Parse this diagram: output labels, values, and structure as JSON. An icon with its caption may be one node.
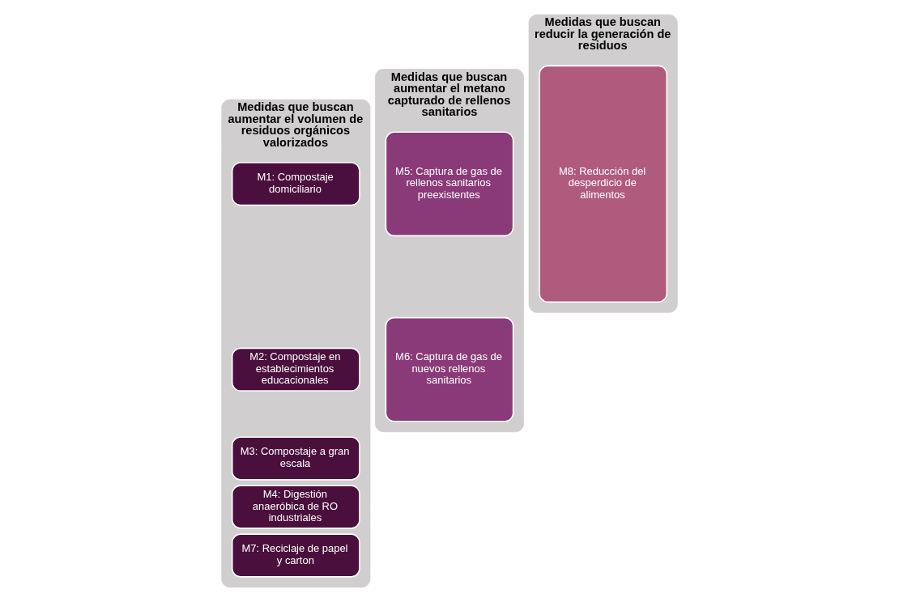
{
  "diagram": {
    "nodes": [
      {
        "text": [
          "Medidas que buscan aumentar el volumen de residuos orgánicos valorizados"
        ]
      },
      {
        "text": [
          "M1: Compostaje domiciliario"
        ],
        "in": 0
      },
      {
        "text": [
          "M2: Compostaje en establecimientos educacionales"
        ],
        "in": 0
      },
      {
        "text": [
          "M3: Compostaje a gran escala"
        ],
        "in": 0
      },
      {
        "text": [
          "M4: Digestión anaeróbica de RO industriales"
        ],
        "in": 0
      },
      {
        "text": [
          "M7: Reciclaje de papel y carton"
        ],
        "in": 0
      },
      {
        "text": [
          "Medidas que buscan aumentar el metano capturado de rellenos sanitarios"
        ]
      },
      {
        "text": [
          "M5: Captura de gas de rellenos sanitarios preexistentes"
        ],
        "in": 6
      },
      {
        "text": [
          "M6: Captura de gas de nuevos rellenos sanitarios"
        ],
        "in": 6
      },
      {
        "text": [
          "Medidas que buscan reducir la generación de residuos"
        ]
      },
      {
        "text": [
          "M8: Reducción del desperdicio de alimentos"
        ],
        "in": 9
      }
    ],
    "edges": []
  }
}
